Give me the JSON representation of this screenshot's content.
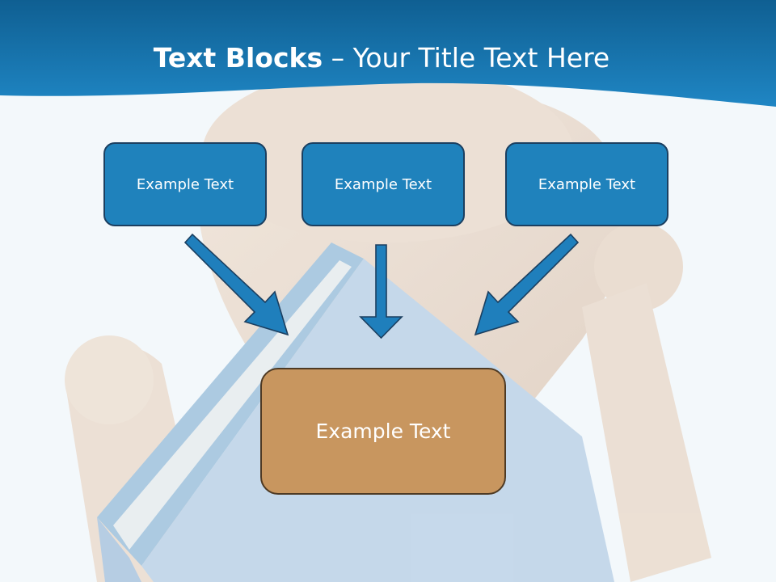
{
  "slide": {
    "title_bold": "Text Blocks",
    "title_dash": " – ",
    "title_rest": "Your Title Text Here"
  },
  "diagram": {
    "blocks": [
      {
        "label": "Example Text"
      },
      {
        "label": "Example Text"
      },
      {
        "label": "Example Text"
      }
    ],
    "target": {
      "label": "Example Text"
    }
  },
  "colors": {
    "header_band": "#1a78b4",
    "block_fill": "#1f82bc",
    "block_border": "#1b3f60",
    "target_fill": "#c8965f",
    "target_border": "#4e3a24",
    "arrow": "#1f7fbc"
  },
  "icons": {
    "arrow": "arrow-icon"
  }
}
